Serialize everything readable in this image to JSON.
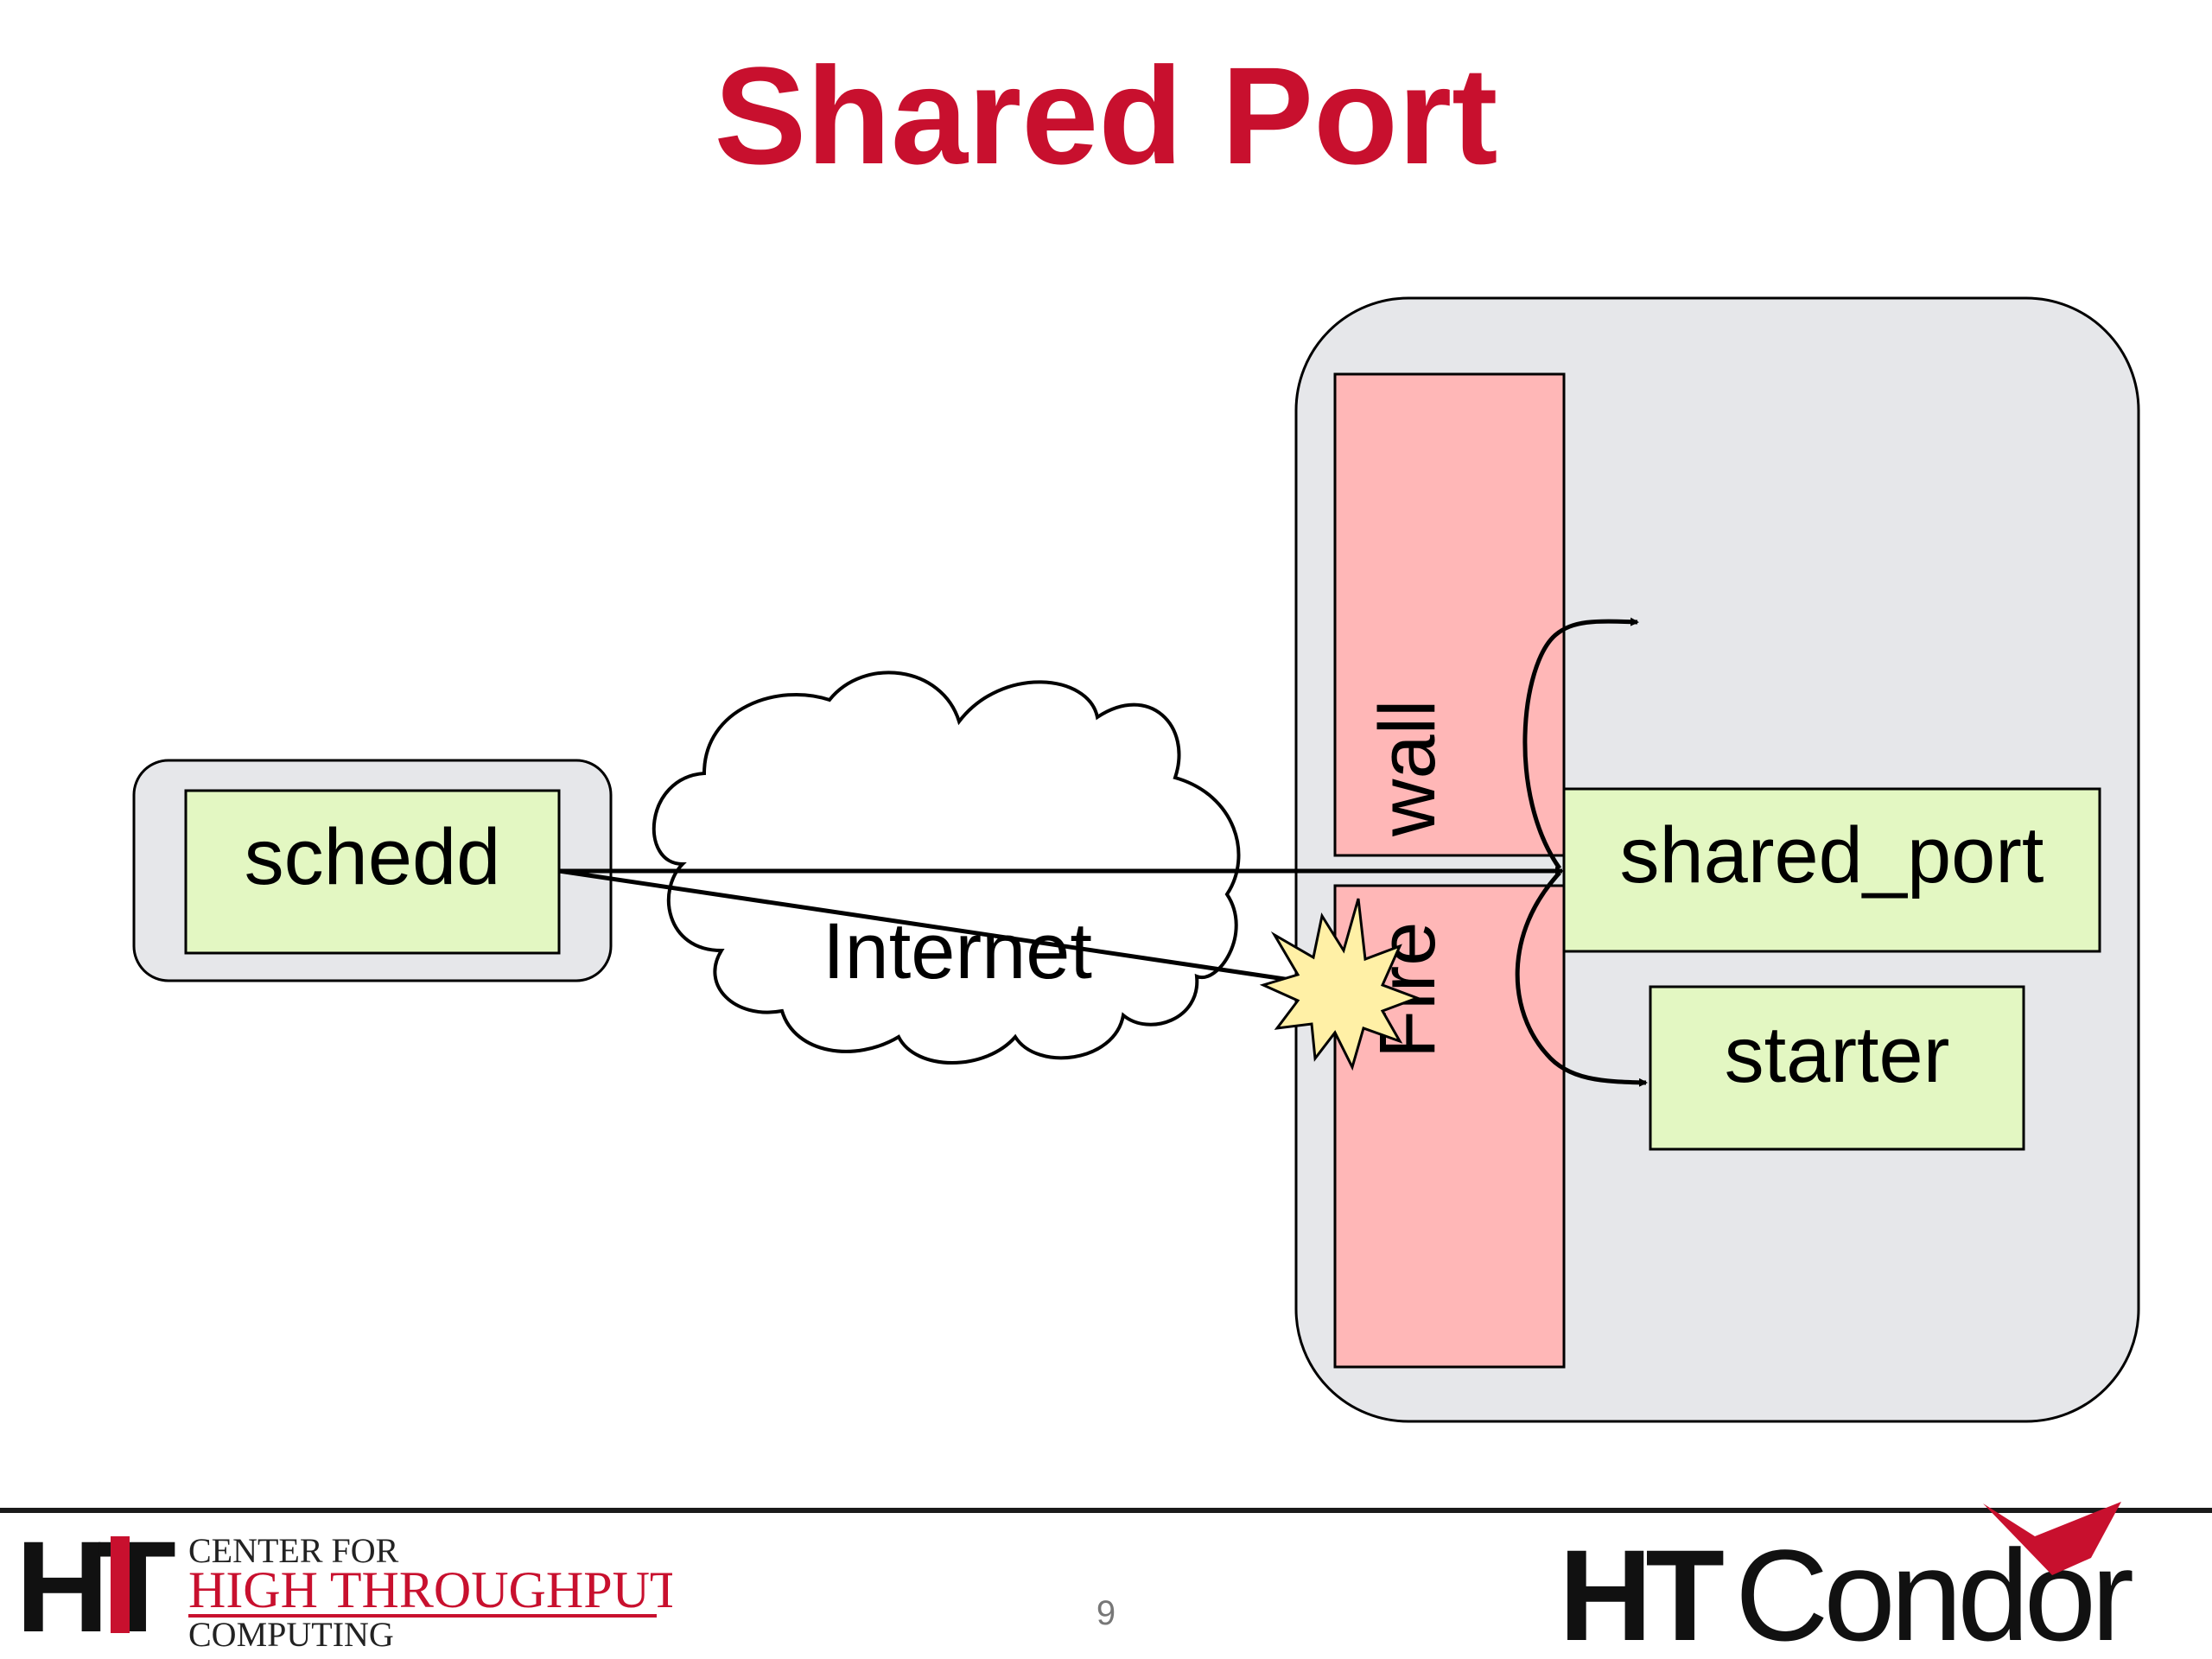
{
  "title": "Shared Port",
  "diagram": {
    "nodes": {
      "schedd": "schedd",
      "internet": "Internet",
      "firewall_part1": "Fire",
      "firewall_part2": "wall",
      "shared_port": "shared_port",
      "starter": "starter"
    },
    "colors": {
      "box_fill": "#e3f7c2",
      "container_fill": "#e6e7ea",
      "firewall_fill": "#ffb7b7",
      "title": "#c8102e",
      "collision_fill": "#fff0a6"
    }
  },
  "footer": {
    "page_number": "9",
    "left_logo": {
      "mark": "HT",
      "line1": "CENTER FOR",
      "line2": "HIGH THROUGHPUT",
      "line3": "COMPUTING"
    },
    "right_logo": {
      "mark": "HT",
      "rest": "Condor"
    }
  }
}
